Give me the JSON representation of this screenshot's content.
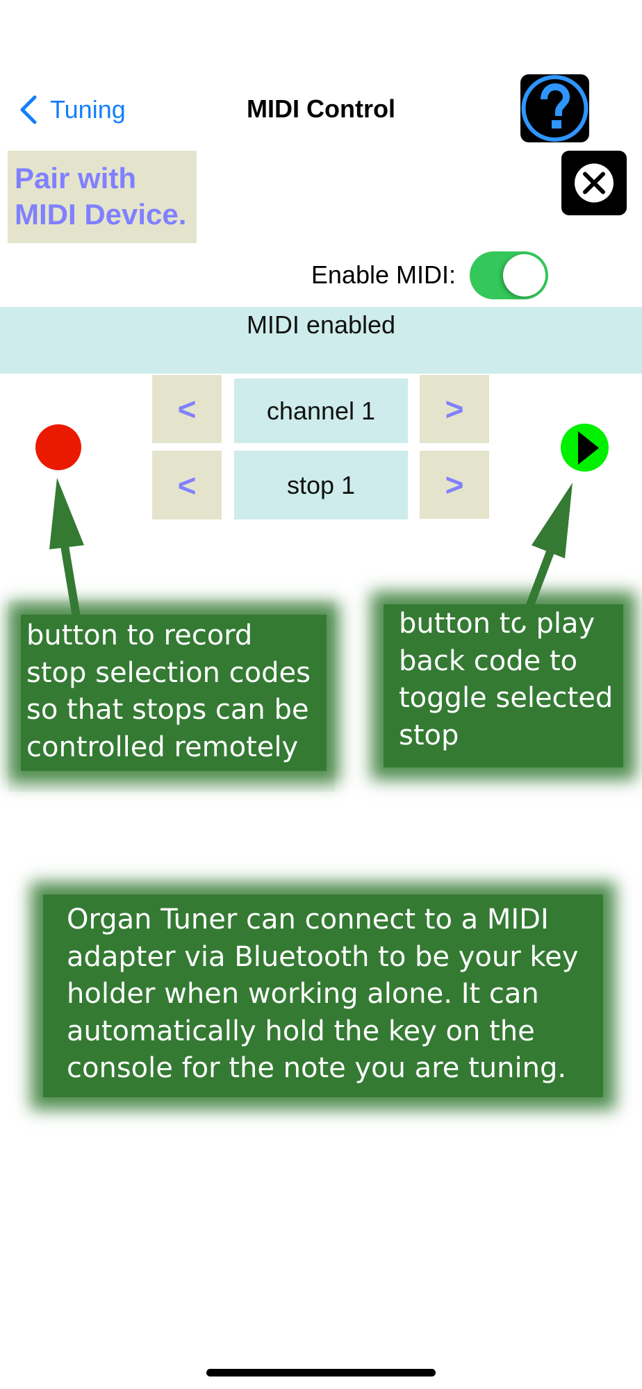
{
  "nav": {
    "back_label": "Tuning",
    "back_icon": "chevron-left-icon",
    "title": "MIDI Control",
    "help_icon": "question-circle-icon",
    "close_icon": "x-circle-icon"
  },
  "pair_button": {
    "lines": [
      "Pair with",
      "MIDI Device."
    ]
  },
  "enable_midi": {
    "label": "Enable MIDI:",
    "enabled": true
  },
  "status": {
    "text": "MIDI enabled"
  },
  "selectors": {
    "channel": {
      "prev_label": "<",
      "value": "channel 1",
      "next_label": ">"
    },
    "stop": {
      "prev_label": "<",
      "value": "stop 1",
      "next_label": ">"
    }
  },
  "record_button": {
    "icon": "record-dot-icon"
  },
  "play_button": {
    "icon": "play-icon"
  },
  "callouts": {
    "record": [
      "button to record",
      "stop selection codes",
      "so that stops can be",
      "controlled remotely"
    ],
    "play": [
      "button to play",
      "back code to",
      "toggle selected",
      "stop"
    ],
    "main": [
      "Organ Tuner can connect to a MIDI",
      "adapter via Bluetooth to be your key",
      "holder when working alone.  It can",
      "automatically hold the key on the",
      "console for the note you are tuning."
    ]
  },
  "colors": {
    "accent_blue": "#147efb",
    "button_text_purple": "#8080ff",
    "button_bg_beige": "#e4e4cc",
    "status_bg": "#cdeceb",
    "toggle_on": "#34c759",
    "record_red": "#ea1a00",
    "play_green": "#00f000",
    "callout_green": "#347a33"
  }
}
